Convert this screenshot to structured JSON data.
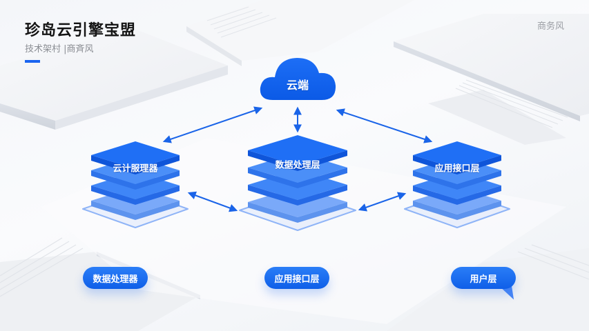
{
  "header": {
    "title": "珍岛云引擎宝盟",
    "subtitle": "技术架村 |商斉风",
    "style_tag": "商务风"
  },
  "colors": {
    "accent": "#1a64f0",
    "node_top": "#1e6ef5",
    "node_layer": "#3d86f7",
    "arrow": "#1a64e8"
  },
  "diagram": {
    "cloud": {
      "label": "云端",
      "icon": "cloud-icon"
    },
    "stacks": [
      {
        "id": "left",
        "label": "云计服理器",
        "icon": "server-stack-icon"
      },
      {
        "id": "center",
        "label": "数据处理层",
        "icon": "layer-stack-icon"
      },
      {
        "id": "right",
        "label": "应用接口层",
        "icon": "layer-stack-icon"
      }
    ],
    "connections": [
      {
        "from": "cloud",
        "to": "left",
        "type": "bidirectional"
      },
      {
        "from": "cloud",
        "to": "center",
        "type": "bidirectional"
      },
      {
        "from": "cloud",
        "to": "right",
        "type": "bidirectional"
      },
      {
        "from": "left",
        "to": "center",
        "type": "bidirectional"
      },
      {
        "from": "center",
        "to": "right",
        "type": "bidirectional"
      }
    ],
    "pills": [
      {
        "label": "数据处理器"
      },
      {
        "label": "应用接口层"
      },
      {
        "label": "用户层"
      }
    ]
  }
}
